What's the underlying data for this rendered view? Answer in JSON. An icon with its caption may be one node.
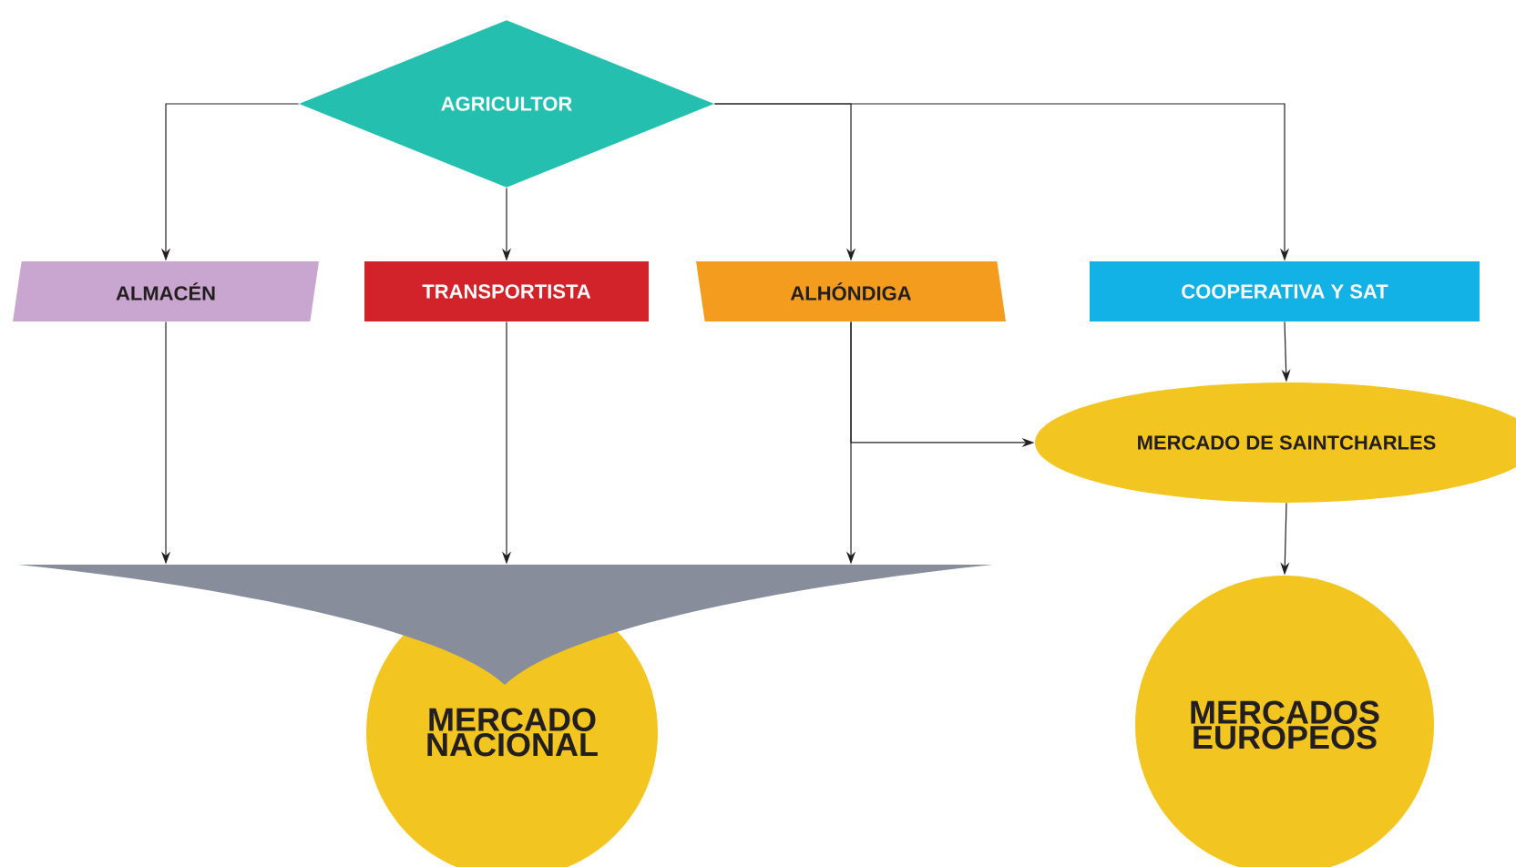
{
  "diagram": {
    "nodes": [
      {
        "text": [
          "AGRICULTOR"
        ]
      },
      {
        "text": [
          "ALMACÉN"
        ]
      },
      {
        "text": [
          "TRANSPORTISTA"
        ]
      },
      {
        "text": [
          "ALHÓNDIGA"
        ]
      },
      {
        "text": [
          "COOPERATIVA Y SAT"
        ]
      },
      {
        "text": [
          "MERCADO DE SAINTCHARLES"
        ]
      },
      {
        "text": [],
        "shape": "funnel"
      },
      {
        "text": [
          "MERCADO NACIONAL"
        ]
      },
      {
        "text": [
          "MERCADOS EUROPEOS"
        ]
      }
    ],
    "edges": [
      {
        "from": 0,
        "to": 1,
        "arrow": "to"
      },
      {
        "from": 0,
        "to": 2,
        "arrow": "to"
      },
      {
        "from": 0,
        "to": 3,
        "arrow": "to"
      },
      {
        "from": 0,
        "to": 4,
        "arrow": "to"
      },
      {
        "from": 1,
        "to": 6,
        "arrow": "to"
      },
      {
        "from": 2,
        "to": 6,
        "arrow": "to"
      },
      {
        "from": 3,
        "to": 6,
        "arrow": "to"
      },
      {
        "from": 3,
        "to": 5,
        "arrow": "to"
      },
      {
        "from": 4,
        "to": 5,
        "arrow": "to"
      },
      {
        "from": 5,
        "to": 8,
        "arrow": "to"
      }
    ]
  }
}
